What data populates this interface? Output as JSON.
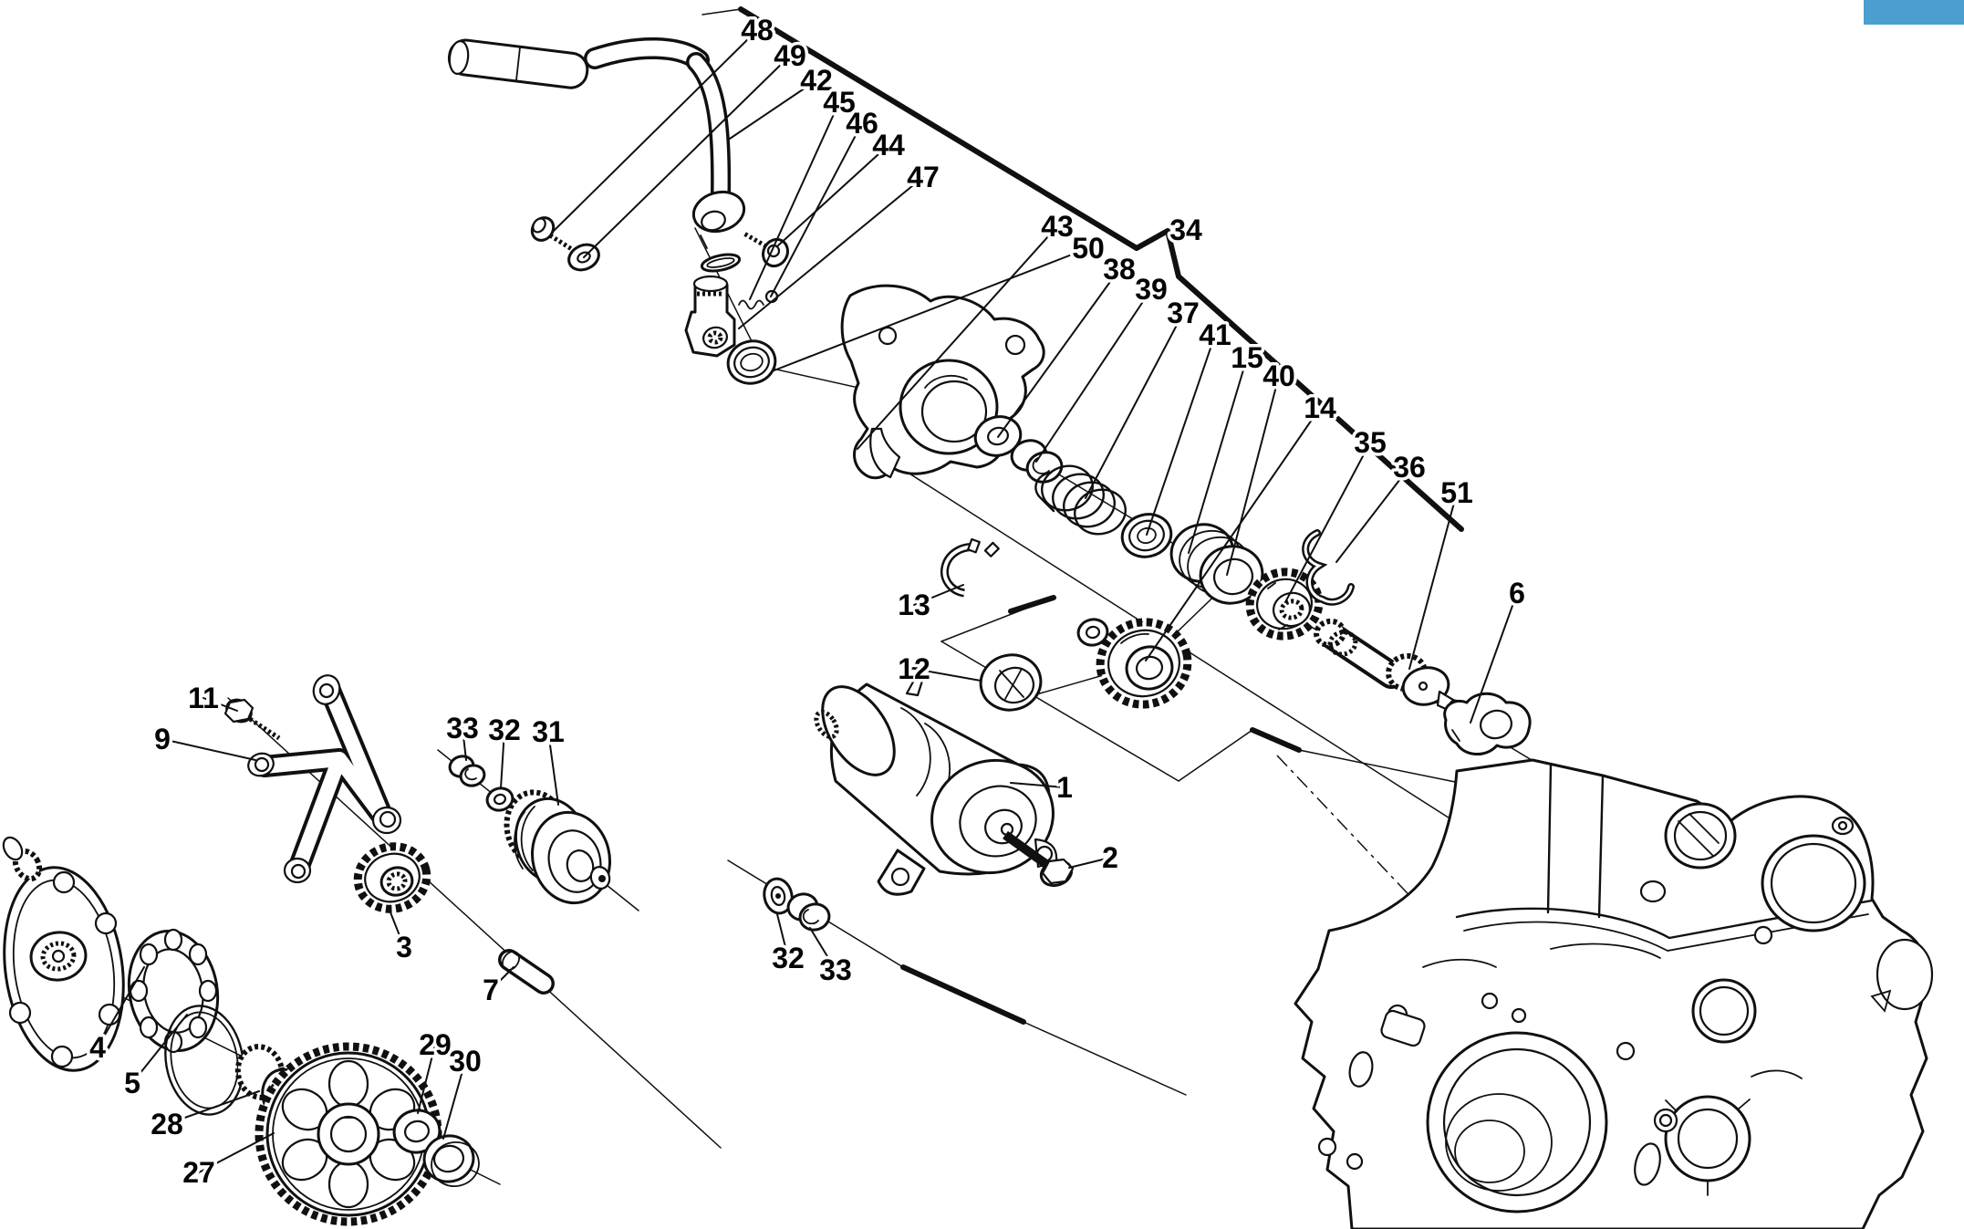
{
  "figure": {
    "kind": "exploded-parts-diagram",
    "subject": "engine starting system / kick starter and starter motor assembly",
    "background": "#ffffff",
    "line_color": "#101010",
    "corner_tab_color": "#4a9fce"
  },
  "callouts": [
    {
      "num": "48"
    },
    {
      "num": "49"
    },
    {
      "num": "42"
    },
    {
      "num": "45"
    },
    {
      "num": "46"
    },
    {
      "num": "44"
    },
    {
      "num": "47"
    },
    {
      "num": "43"
    },
    {
      "num": "50"
    },
    {
      "num": "38"
    },
    {
      "num": "39"
    },
    {
      "num": "34"
    },
    {
      "num": "37"
    },
    {
      "num": "41"
    },
    {
      "num": "15"
    },
    {
      "num": "40"
    },
    {
      "num": "14"
    },
    {
      "num": "35"
    },
    {
      "num": "36"
    },
    {
      "num": "51"
    },
    {
      "num": "6"
    },
    {
      "num": "13"
    },
    {
      "num": "12"
    },
    {
      "num": "1"
    },
    {
      "num": "2"
    },
    {
      "num": "11"
    },
    {
      "num": "9"
    },
    {
      "num": "33"
    },
    {
      "num": "32"
    },
    {
      "num": "31"
    },
    {
      "num": "3"
    },
    {
      "num": "7"
    },
    {
      "num": "32"
    },
    {
      "num": "33"
    },
    {
      "num": "4"
    },
    {
      "num": "5"
    },
    {
      "num": "28"
    },
    {
      "num": "27"
    },
    {
      "num": "29"
    },
    {
      "num": "30"
    }
  ]
}
